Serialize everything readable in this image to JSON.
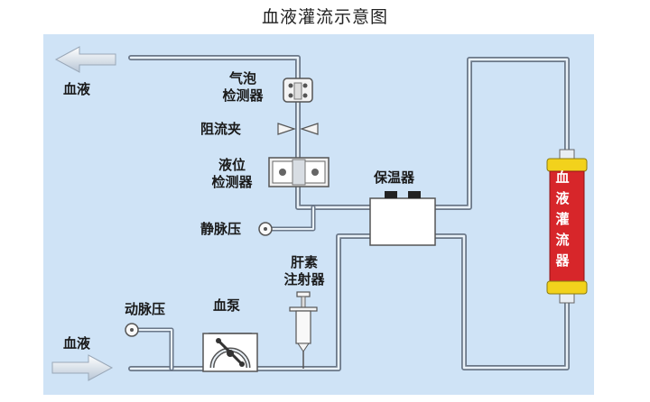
{
  "title": "血液灌流示意图",
  "labels": {
    "blood_out": "血液",
    "blood_in": "血液",
    "bubble_detector_l1": "气泡",
    "bubble_detector_l2": "检测器",
    "clamp": "阻流夹",
    "level_detector_l1": "液位",
    "level_detector_l2": "检测器",
    "venous_pressure": "静脉压",
    "heparin_l1": "肝素",
    "heparin_l2": "注射器",
    "arterial_pressure": "动脉压",
    "blood_pump": "血泵",
    "warmer": "保温器",
    "perfusor": [
      "血",
      "液",
      "灌",
      "流",
      "器"
    ]
  },
  "colors": {
    "panel": "#cfe3f6",
    "tube": "#6a7788",
    "perfusor_body": "#d7262a",
    "perfusor_cap": "#f2d21c"
  }
}
